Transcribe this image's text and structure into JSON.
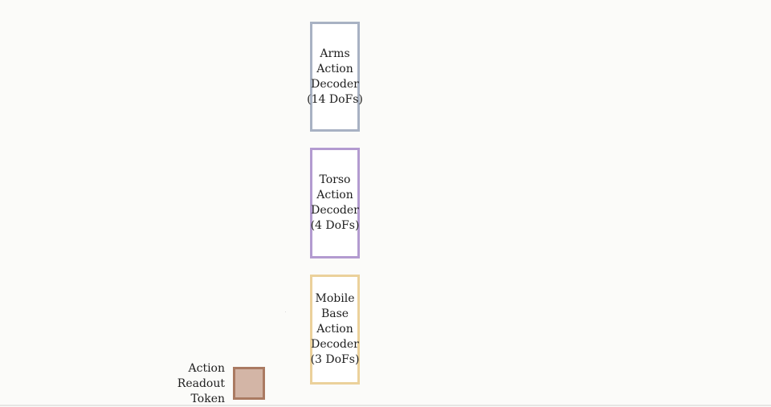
{
  "decoders": {
    "arms": {
      "lines": [
        "Arms",
        "Action",
        "Decoder",
        "(14 DoFs)"
      ],
      "color": "#a8b2c3"
    },
    "torso": {
      "lines": [
        "Torso",
        "Action",
        "Decoder",
        "(4 DoFs)"
      ],
      "color": "#b39bd0"
    },
    "base": {
      "lines": [
        "Mobile",
        "Base",
        "Action",
        "Decoder",
        "(3 DoFs)"
      ],
      "color": "#ebd19b"
    }
  },
  "token": {
    "lines": [
      "Action",
      "Readout",
      "Token"
    ],
    "border_color": "#aa7a62",
    "fill_color": "#d3b5a6"
  }
}
